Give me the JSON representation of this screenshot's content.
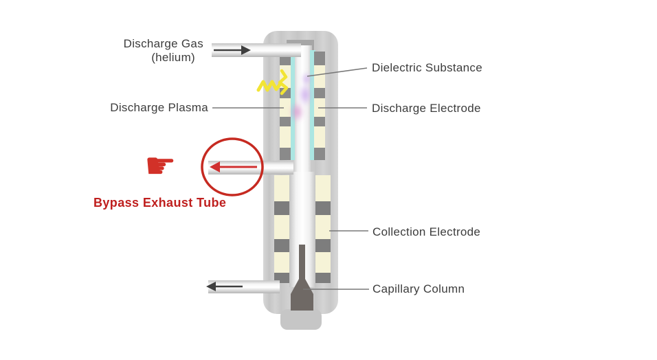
{
  "figure": {
    "left_labels": {
      "discharge_gas": {
        "line1": "Discharge Gas",
        "line2": "(helium)"
      },
      "discharge_plasma": "Discharge Plasma"
    },
    "right_labels": {
      "dielectric_substance": "Dielectric Substance",
      "discharge_electrode": "Discharge Electrode",
      "collection_electrode": "Collection Electrode",
      "capillary_column": "Capillary Column"
    },
    "highlight": {
      "label": "Bypass Exhaust Tube",
      "icon_glyph": "☛"
    },
    "colors": {
      "highlight_red": "#c62a21",
      "label_text": "#3c3c3c",
      "body_gray": "#cbcbcb",
      "electrode_cream": "#f6f3d7",
      "dielectric_cyan": "#abe6e2",
      "block_gray": "#8a8a8a",
      "capillary_dark": "#6f6965",
      "spark_yellow": "#f2e435",
      "plasma_purple": "#c9a6ec",
      "plasma_pink": "#d795cf"
    }
  }
}
